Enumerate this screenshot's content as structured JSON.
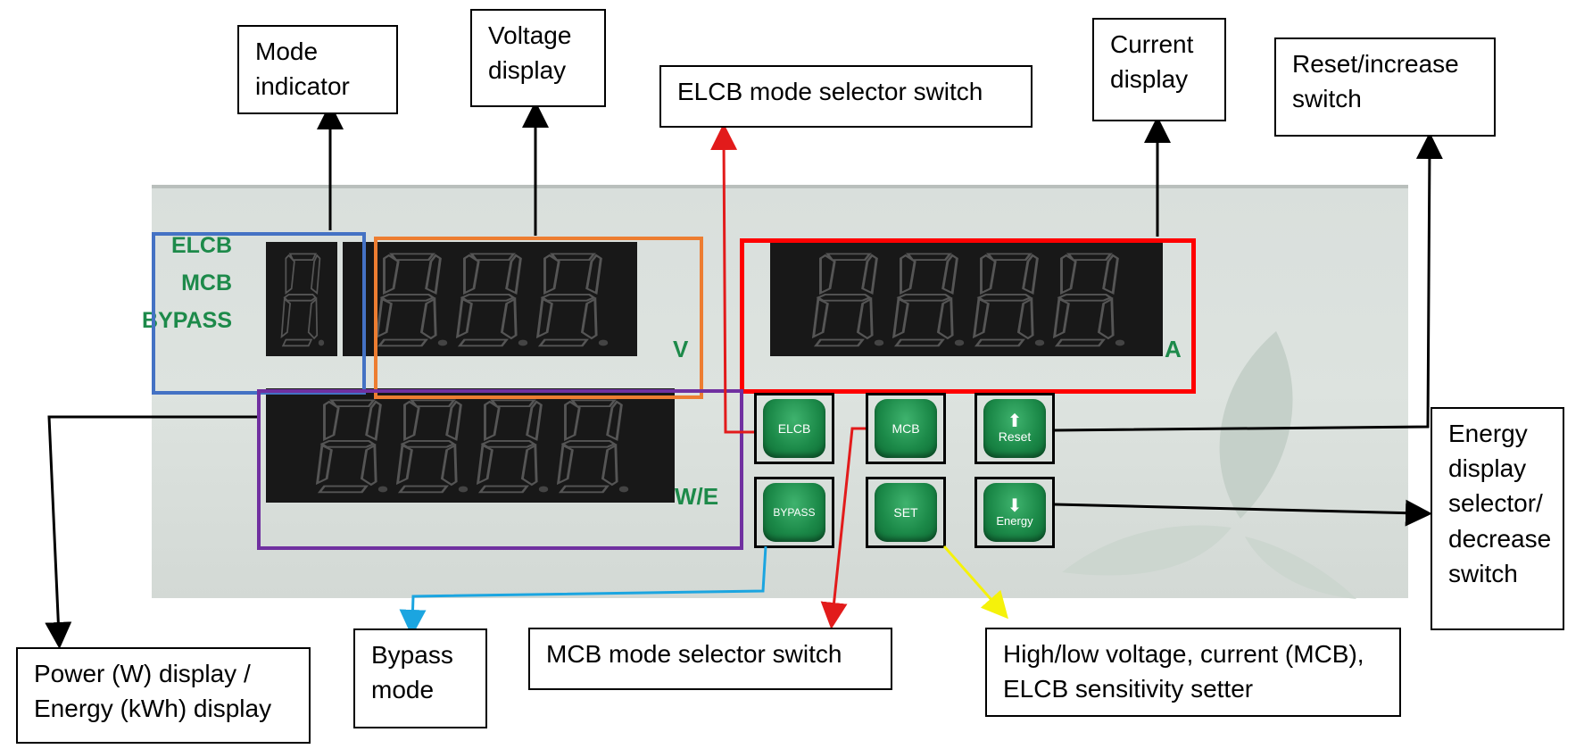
{
  "panel": {
    "mode_labels": [
      "ELCB",
      "MCB",
      "BYPASS"
    ],
    "units": {
      "voltage": "V",
      "current": "A",
      "power": "W/E"
    },
    "buttons": {
      "elcb": {
        "label": "ELCB"
      },
      "mcb": {
        "label": "MCB"
      },
      "reset": {
        "label": "Reset",
        "icon": "arrow-up-icon"
      },
      "bypass": {
        "label": "BYPASS"
      },
      "set": {
        "label": "SET"
      },
      "energy": {
        "label": "Energy",
        "icon": "arrow-down-icon"
      }
    },
    "displays": {
      "mode_digits": 1,
      "voltage_digits": 3,
      "current_digits": 4,
      "power_digits": 4
    }
  },
  "callouts": {
    "mode_indicator": [
      "Mode",
      "indicator"
    ],
    "voltage_display": [
      "Voltage",
      "display"
    ],
    "elcb_selector": [
      "ELCB mode selector switch"
    ],
    "current_display": [
      "Current",
      "display"
    ],
    "reset_increase": [
      "Reset/increase",
      "switch"
    ],
    "energy_selector": [
      "Energy",
      "display",
      "selector/",
      "decrease",
      "switch"
    ],
    "power_energy": [
      "Power (W) display /",
      "Energy (kWh) display"
    ],
    "bypass_mode": [
      "Bypass",
      "mode"
    ],
    "mcb_selector": [
      "MCB mode selector switch"
    ],
    "high_low_setter": [
      "High/low voltage, current (MCB),",
      "ELCB sensitivity setter"
    ]
  },
  "colors": {
    "mode_box": "#4472c4",
    "voltage_box": "#ed7d31",
    "current_box": "#ff0000",
    "power_box": "#7030a0",
    "panel_text": "#1d8a4a",
    "red_arrow": "#e21b1b",
    "blue_arrow": "#1ba5e0",
    "yellow_arrow": "#f5f20a"
  }
}
